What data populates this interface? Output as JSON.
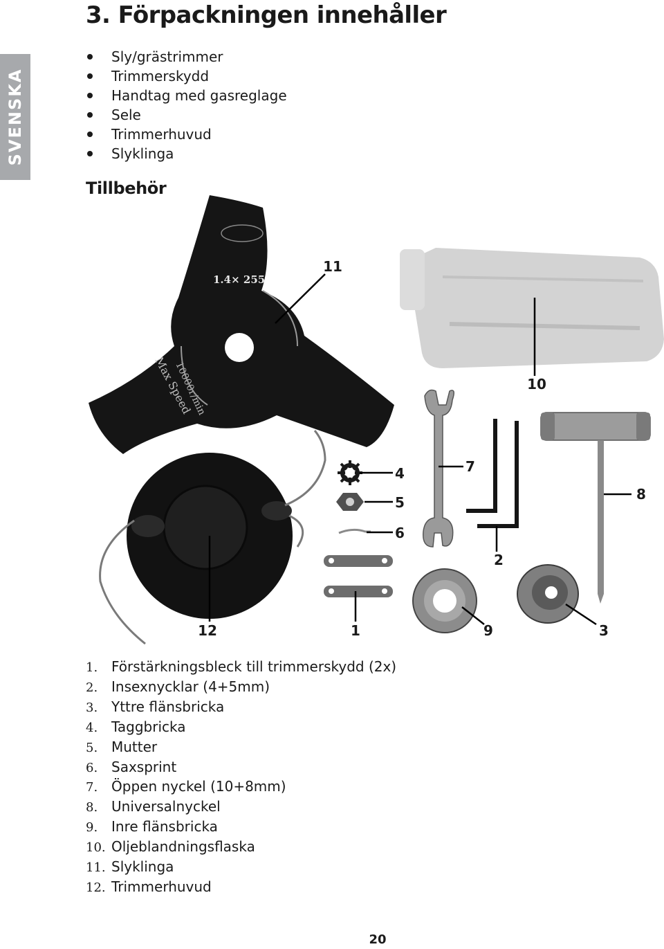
{
  "side_tab": {
    "label": "SVENSKA"
  },
  "heading": {
    "title": "3. Förpackningen innehåller"
  },
  "contents": [
    "Sly/grästrimmer",
    "Trimmerskydd",
    "Handtag med gasreglage",
    "Sele",
    "Trimmerhuvud",
    "Slyklinga"
  ],
  "accessories": {
    "title": "Tillbehör",
    "callouts": [
      "11",
      "10",
      "4",
      "7",
      "5",
      "8",
      "6",
      "2",
      "12",
      "1",
      "9",
      "3"
    ],
    "blade_text": {
      "size": "1.4× 255",
      "speed": "Max Speed",
      "rpm": "10000r/min"
    }
  },
  "parts": [
    {
      "num": "1.",
      "label": "Förstärkningsbleck till trimmerskydd (2x)"
    },
    {
      "num": "2.",
      "label": "Insexnycklar (4+5mm)"
    },
    {
      "num": "3.",
      "label": "Yttre flänsbricka"
    },
    {
      "num": "4.",
      "label": "Taggbricka"
    },
    {
      "num": "5.",
      "label": "Mutter"
    },
    {
      "num": "6.",
      "label": "Saxsprint"
    },
    {
      "num": "7.",
      "label": "Öppen nyckel (10+8mm)"
    },
    {
      "num": "8.",
      "label": "Universalnyckel"
    },
    {
      "num": "9.",
      "label": "Inre flänsbricka"
    },
    {
      "num": "10.",
      "label": "Oljeblandningsflaska"
    },
    {
      "num": "11.",
      "label": "Slyklinga"
    },
    {
      "num": "12.",
      "label": "Trimmerhuvud"
    }
  ],
  "page_number": "20"
}
